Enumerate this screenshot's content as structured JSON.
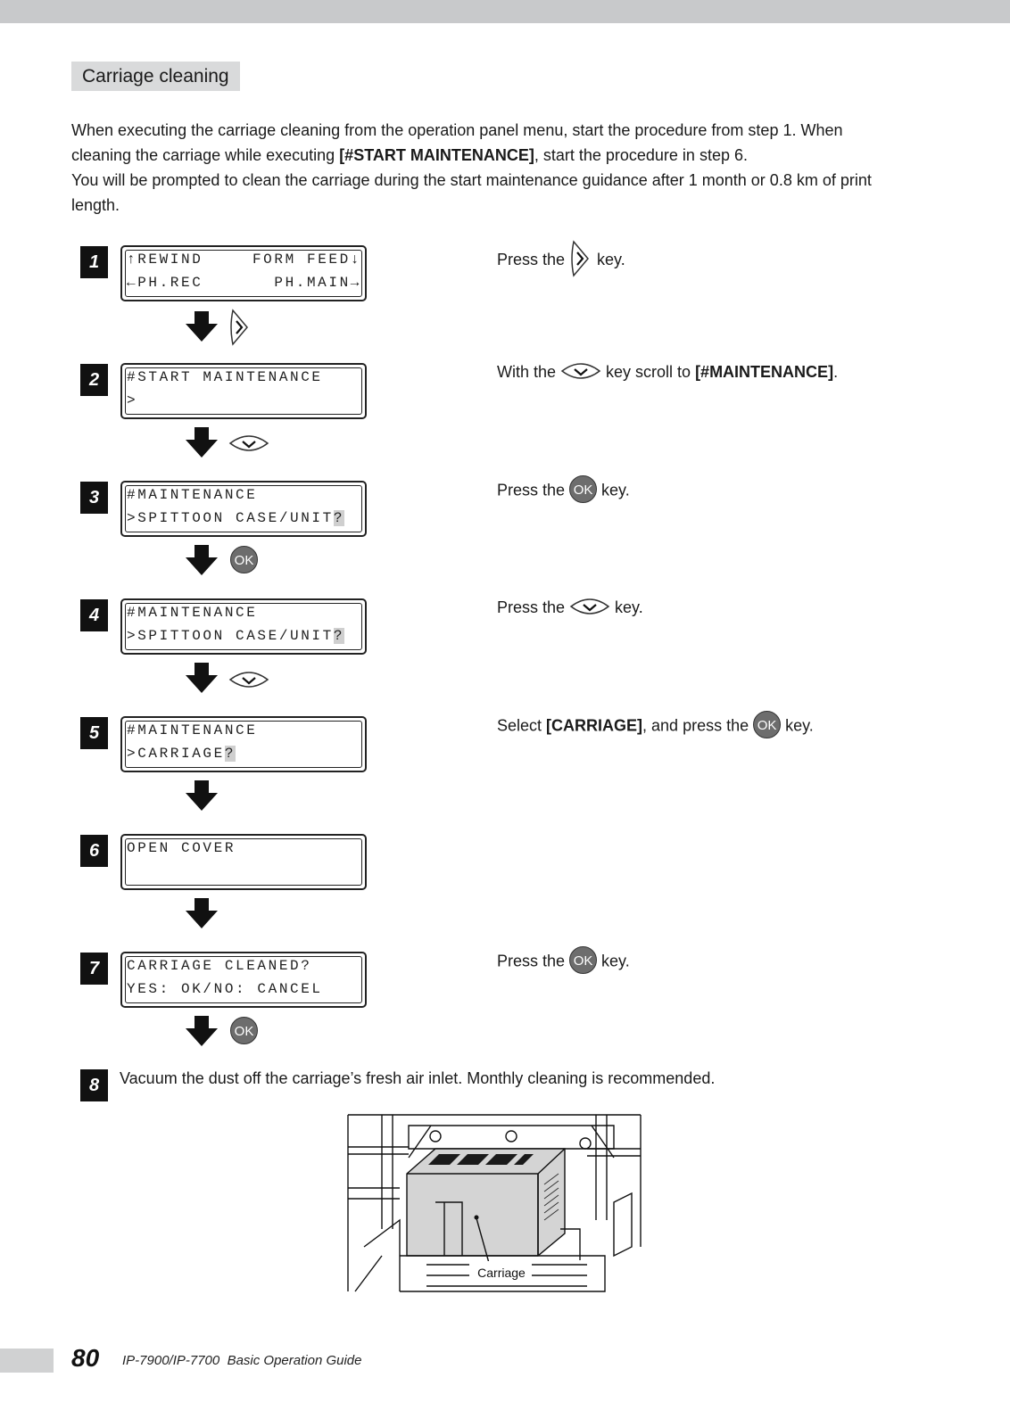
{
  "header": {
    "section_title": "Carriage cleaning"
  },
  "intro": {
    "p1_a": "When executing the carriage cleaning from the operation panel menu, start the procedure from step 1. When cleaning the carriage while executing ",
    "p1_bold": "[#START MAINTENANCE]",
    "p1_b": ", start the procedure in step 6.",
    "p2": "You will be prompted to clean the carriage during the start maintenance guidance after 1 month or 0.8 km of print length."
  },
  "steps": [
    {
      "num": "1",
      "line1_left": "↑REWIND",
      "line1_right": "FORM FEED↓",
      "line2_left": "←PH.REC",
      "line2_right": "PH.MAIN→",
      "instr_a": "Press the ",
      "instr_b": " key."
    },
    {
      "num": "2",
      "line1": "#START MAINTENANCE",
      "line2": ">",
      "instr_a": "With the ",
      "instr_b": " key scroll to ",
      "instr_bold": "[#MAINTENANCE]",
      "instr_c": "."
    },
    {
      "num": "3",
      "line1": "#MAINTENANCE",
      "line2": ">SPITTOON CASE/UNIT",
      "cursor": "?",
      "instr_a": "Press the ",
      "instr_b": " key."
    },
    {
      "num": "4",
      "line1": "#MAINTENANCE",
      "line2": ">SPITTOON CASE/UNIT",
      "cursor": "?",
      "instr_a": "Press the ",
      "instr_b": " key."
    },
    {
      "num": "5",
      "line1": "#MAINTENANCE",
      "line2": ">CARRIAGE",
      "cursor": "?",
      "instr_a": "Select ",
      "instr_bold": "[CARRIAGE]",
      "instr_b": ", and press the ",
      "instr_c": " key."
    },
    {
      "num": "6",
      "line1": "OPEN COVER",
      "line2": ""
    },
    {
      "num": "7",
      "line1": "CARRIAGE CLEANED?",
      "line2": "YES: OK/NO: CANCEL",
      "instr_a": "Press the ",
      "instr_b": " key."
    },
    {
      "num": "8",
      "text": "Vacuum the dust off the carriage’s fresh air inlet. Monthly cleaning is recommended."
    }
  ],
  "ok_key_label": "OK",
  "illustration": {
    "callout": "Carriage"
  },
  "footer": {
    "page_number": "80",
    "guide_title": "IP-7900/IP-7700  Basic Operation Guide"
  },
  "icons": {
    "right_key": "right-arrow-key-icon",
    "down_key": "down-arrow-key-icon",
    "ok_key": "ok-key-icon",
    "flow_arrow": "down-flow-arrow-icon"
  }
}
